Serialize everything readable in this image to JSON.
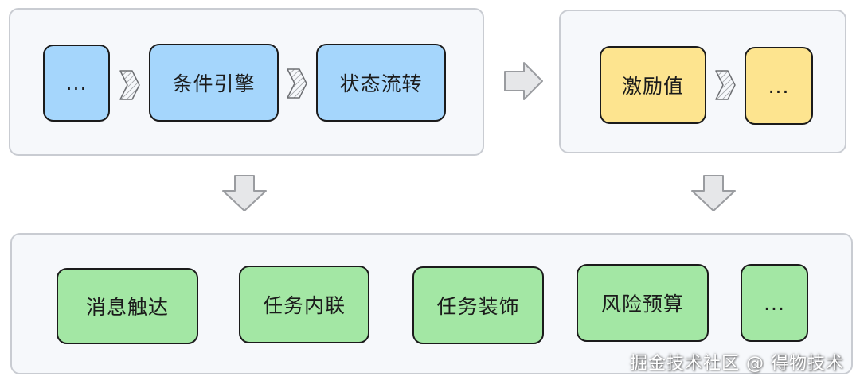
{
  "panels": {
    "top_left": {
      "nodes": [
        {
          "label": "...",
          "color": "#a5d6fc"
        },
        {
          "label": "条件引擎",
          "color": "#a5d6fc"
        },
        {
          "label": "状态流转",
          "color": "#a5d6fc"
        }
      ]
    },
    "top_right": {
      "nodes": [
        {
          "label": "激励值",
          "color": "#fde48f"
        },
        {
          "label": "...",
          "color": "#fde48f"
        }
      ]
    },
    "bottom": {
      "nodes": [
        {
          "label": "消息触达",
          "color": "#a3e7a4"
        },
        {
          "label": "任务内联",
          "color": "#a3e7a4"
        },
        {
          "label": "任务装饰",
          "color": "#a3e7a4"
        },
        {
          "label": "风险预算",
          "color": "#a3e7a4"
        },
        {
          "label": "...",
          "color": "#a3e7a4"
        }
      ]
    }
  },
  "watermark": "掘金技术社区 @ 得物技术",
  "colors": {
    "panel_fill": "#f6f8fb",
    "panel_border": "#c9ccd2",
    "node_border": "#1b1b1b",
    "arrow_fill": "#e6e7e9",
    "arrow_stroke": "#9a9ca0"
  }
}
